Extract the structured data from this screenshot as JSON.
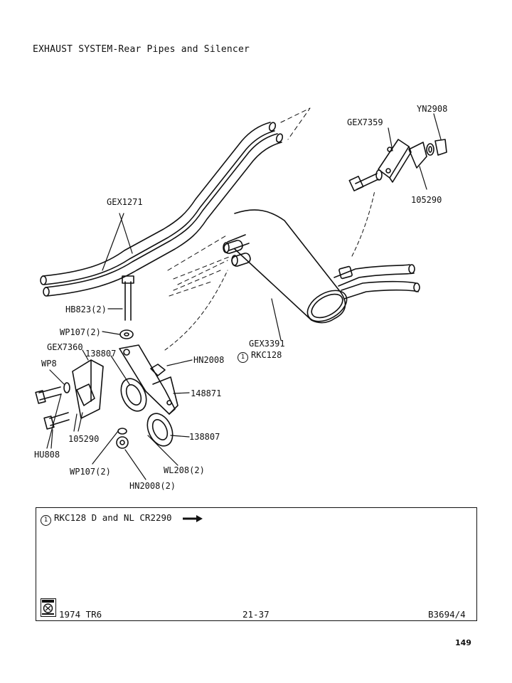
{
  "title": "EXHAUST SYSTEM-Rear Pipes and Silencer",
  "labels": {
    "yn2908": "YN2908",
    "gex7359": "GEX7359",
    "p105290_top": "105290",
    "gex1271": "GEX1271",
    "hb823": "HB823(2)",
    "wp107_top": "WP107(2)",
    "gex7360": "GEX7360",
    "p138807_top": "138807",
    "hn2008": "HN2008",
    "gex3391": "GEX3391",
    "rkc128": "RKC128",
    "wp8": "WP8",
    "p148871": "148871",
    "p105290_bottom": "105290",
    "hu808": "HU808",
    "p138807_bottom": "138807",
    "wp107_bottom": "WP107(2)",
    "wl208": "WL208(2)",
    "hn2008_2": "HN2008(2)"
  },
  "callout_number": "1",
  "note": {
    "text": "RKC128  D and NL  CR2290"
  },
  "footer": {
    "model": "1974 TR6",
    "section": "21-37",
    "ref": "B3694/4"
  },
  "page_number": "149"
}
